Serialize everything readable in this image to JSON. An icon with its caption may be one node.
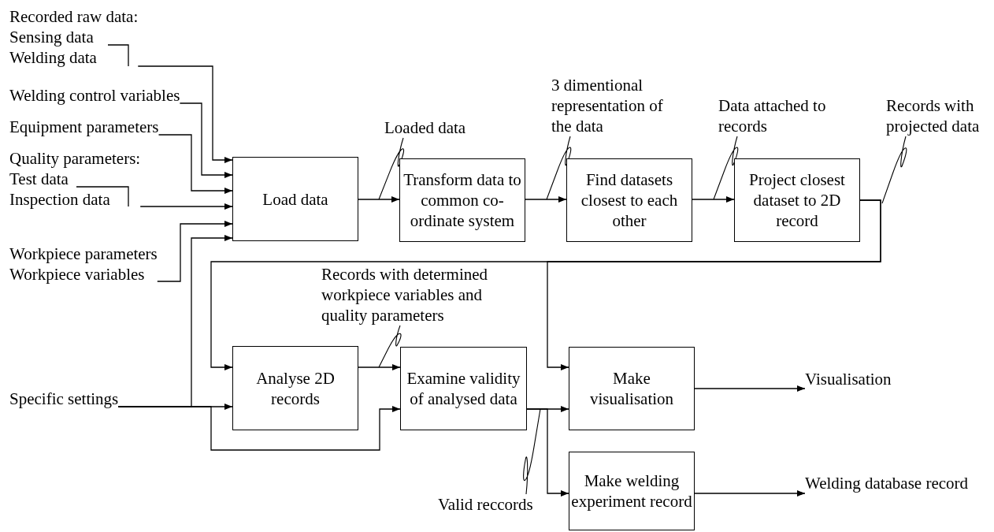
{
  "diagram": {
    "nodes": [
      {
        "text": [
          "Load data"
        ]
      },
      {
        "text": [
          "Transform data to common co-ordinate system"
        ]
      },
      {
        "text": [
          "Find datasets closest to each other"
        ]
      },
      {
        "text": [
          "Project closest dataset to 2D record"
        ]
      },
      {
        "text": [
          "Analyse 2D records"
        ]
      },
      {
        "text": [
          "Examine validity of analysed data"
        ]
      },
      {
        "text": [
          "Make visualisation"
        ]
      },
      {
        "text": [
          "Make welding experiment record"
        ]
      },
      {
        "text": [
          "Recorded raw data:",
          "Sensing data",
          "Welding data"
        ]
      },
      {
        "text": [
          "Welding control variables"
        ]
      },
      {
        "text": [
          "Equipment parameters"
        ]
      },
      {
        "text": [
          "Quality parameters:",
          "Test data",
          "Inspection data"
        ]
      },
      {
        "text": [
          "Workpiece parameters",
          "Workpiece variables"
        ]
      },
      {
        "text": [
          "Specific settings"
        ]
      },
      {
        "text": [
          "Visualisation"
        ]
      },
      {
        "text": [
          "Welding database record"
        ]
      },
      {
        "text": [
          "Loaded data"
        ]
      },
      {
        "text": [
          "3 dimentional representation of the data"
        ]
      },
      {
        "text": [
          "Data attached to records"
        ]
      },
      {
        "text": [
          "Records with projected data"
        ]
      },
      {
        "text": [
          "Records with determined workpiece variables and quality parameters"
        ]
      },
      {
        "text": [
          "Valid reccords"
        ]
      }
    ],
    "edges": [
      {
        "from": 8,
        "to": 0,
        "arrow": "to"
      },
      {
        "from": 9,
        "to": 0,
        "arrow": "to"
      },
      {
        "from": 10,
        "to": 0,
        "arrow": "to"
      },
      {
        "from": 11,
        "to": 0,
        "arrow": "to"
      },
      {
        "from": 12,
        "to": 0,
        "arrow": "to"
      },
      {
        "from": 13,
        "to": 0,
        "arrow": "to"
      },
      {
        "from": 13,
        "to": 4,
        "arrow": "to"
      },
      {
        "from": 13,
        "to": 5,
        "arrow": "to"
      },
      {
        "from": 0,
        "to": 1,
        "arrow": "to"
      },
      {
        "from": 1,
        "to": 2,
        "arrow": "to"
      },
      {
        "from": 2,
        "to": 3,
        "arrow": "to"
      },
      {
        "from": 3,
        "to": 4,
        "arrow": "to"
      },
      {
        "from": 3,
        "to": 6,
        "arrow": "to"
      },
      {
        "from": 4,
        "to": 5,
        "arrow": "to"
      },
      {
        "from": 5,
        "to": 6,
        "arrow": "to"
      },
      {
        "from": 5,
        "to": 7,
        "arrow": "to"
      },
      {
        "from": 6,
        "to": 14,
        "arrow": "to"
      },
      {
        "from": 7,
        "to": 15,
        "arrow": "to"
      },
      {
        "from": 16,
        "to": null,
        "arrow": "none"
      },
      {
        "from": 17,
        "to": null,
        "arrow": "none"
      },
      {
        "from": 18,
        "to": null,
        "arrow": "none"
      },
      {
        "from": 19,
        "to": null,
        "arrow": "none"
      },
      {
        "from": 20,
        "to": null,
        "arrow": "none"
      },
      {
        "from": 21,
        "to": null,
        "arrow": "none"
      }
    ]
  }
}
